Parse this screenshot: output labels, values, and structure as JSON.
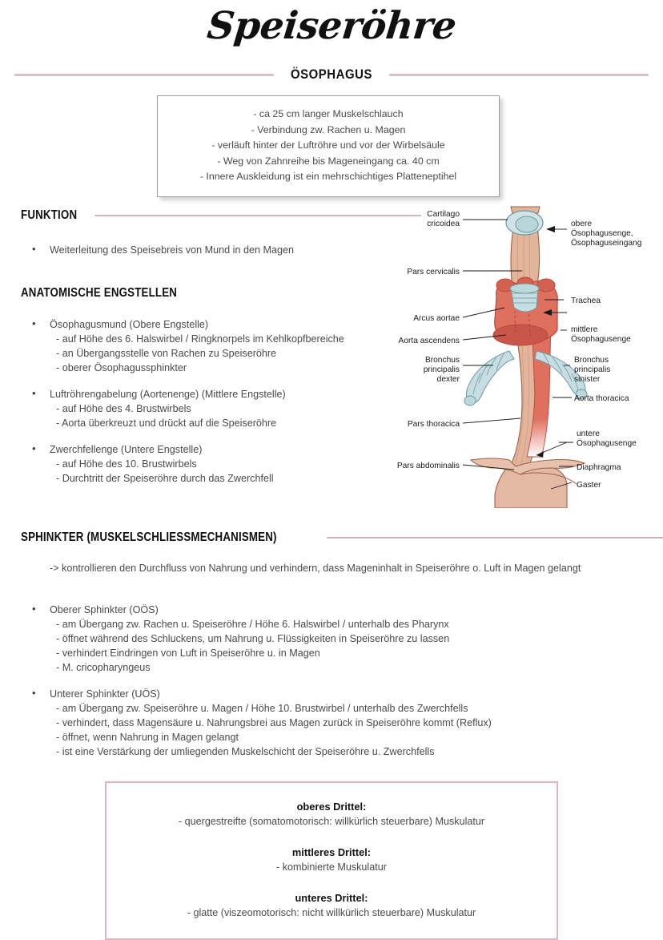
{
  "header": {
    "title": "Speiseröhre",
    "subtitle": "ÖSOPHAGUS"
  },
  "info_box": {
    "lines": [
      "- ca 25 cm langer Muskelschlauch",
      "- Verbindung zw. Rachen u. Magen",
      "- verläuft hinter der Luftröhre und vor der Wirbelsäule",
      "- Weg von Zahnreihe bis Mageneingang ca. 40 cm",
      "- Innere Auskleidung ist ein mehrschichtiges Platteneptihel"
    ]
  },
  "sections": {
    "funktion": {
      "heading": "FUNKTION",
      "bullets": [
        "Weiterleitung des Speisebreis von Mund in den Magen"
      ]
    },
    "engstellen": {
      "heading": "ANATOMISCHE ENGSTELLEN",
      "groups": [
        {
          "bullet": "Ösophagusmund (Obere Engstelle)",
          "lines": [
            "- auf Höhe des 6. Halswirbel / Ringknorpels im Kehlkopfbereiche",
            "- an Übergangsstelle von Rachen zu Speiseröhre",
            "- oberer Ösophagussphinkter"
          ]
        },
        {
          "bullet": "Luftröhrengabelung (Aortenenge) (Mittlere Engstelle)",
          "lines": [
            "- auf Höhe des 4. Brustwirbels",
            "- Aorta überkreuzt und drückt auf die Speiseröhre"
          ]
        },
        {
          "bullet": "Zwerchfellenge (Untere Engstelle)",
          "lines": [
            "- auf Höhe des 10. Brustwirbels",
            "- Durchtritt der Speiseröhre durch das Zwerchfell"
          ]
        }
      ]
    },
    "sphinkter": {
      "heading": "SPHINKTER (MUSKELSCHLIESSMECHANISMEN)",
      "intro": "-> kontrollieren den Durchfluss von Nahrung und verhindern, dass Mageninhalt in Speiseröhre o. Luft in Magen gelangt",
      "groups": [
        {
          "bullet": "Oberer Sphinkter (OÖS)",
          "lines": [
            "- am Übergang zw. Rachen u. Speiseröhre / Höhe 6. Halswirbel / unterhalb des Pharynx",
            "- öffnet während des Schluckens, um Nahrung u. Flüssigkeiten in Speiseröhre zu lassen",
            "- verhindert Eindringen von Luft in Speiseröhre u. in Magen",
            "- M. cricopharyngeus"
          ]
        },
        {
          "bullet": "Unterer Sphinkter (UÖS)",
          "lines": [
            "- am Übergang zw. Speiseröhre u. Magen / Höhe 10. Brustwirbel / unterhalb des Zwerchfells",
            "- verhindert, dass Magensäure u. Nahrungsbrei aus Magen zurück in Speiseröhre kommt (Reflux)",
            "- öffnet, wenn Nahrung in Magen gelangt",
            "- ist eine Verstärkung der umliegenden Muskelschicht der Speiseröhre u. Zwerchfells"
          ]
        }
      ]
    }
  },
  "muscle_box": {
    "groups": [
      {
        "title": "oberes Drittel:",
        "text": "- quergestreifte (somatomotorisch: willkürlich steuerbare) Muskulatur"
      },
      {
        "title": "mittleres Drittel:",
        "text": "- kombinierte Muskulatur"
      },
      {
        "title": "unteres Drittel:",
        "text": "- glatte (viszeomotorisch: nicht willkürlich steuerbare) Muskulatur"
      }
    ]
  },
  "figure": {
    "labels_left": [
      "Cartilago",
      "cricoidea",
      "Pars cervicalis",
      "Arcus aortae",
      "Aorta ascendens",
      "Bronchus",
      "principalis",
      "dexter",
      "Pars thoracica",
      "Pars abdominalis"
    ],
    "labels_right": [
      "obere",
      "Ösophagusenge,",
      "Ösophaguseingang",
      "Trachea",
      "mittlere",
      "Ösophagusenge",
      "Bronchus",
      "principalis",
      "sinister",
      "Aorta thoracica",
      "untere",
      "Ösophagusenge",
      "Diaphragma",
      "Gaster"
    ]
  },
  "colors": {
    "accent_pink": "#d3b4bd",
    "box_pink": "#dfb4c0",
    "esophagus_tan": "#e0b49c",
    "aorta_red": "#e0705e",
    "trachea_blue": "#bcd8dc",
    "text_gray": "#4a4a4a",
    "heading_black": "#111111"
  }
}
